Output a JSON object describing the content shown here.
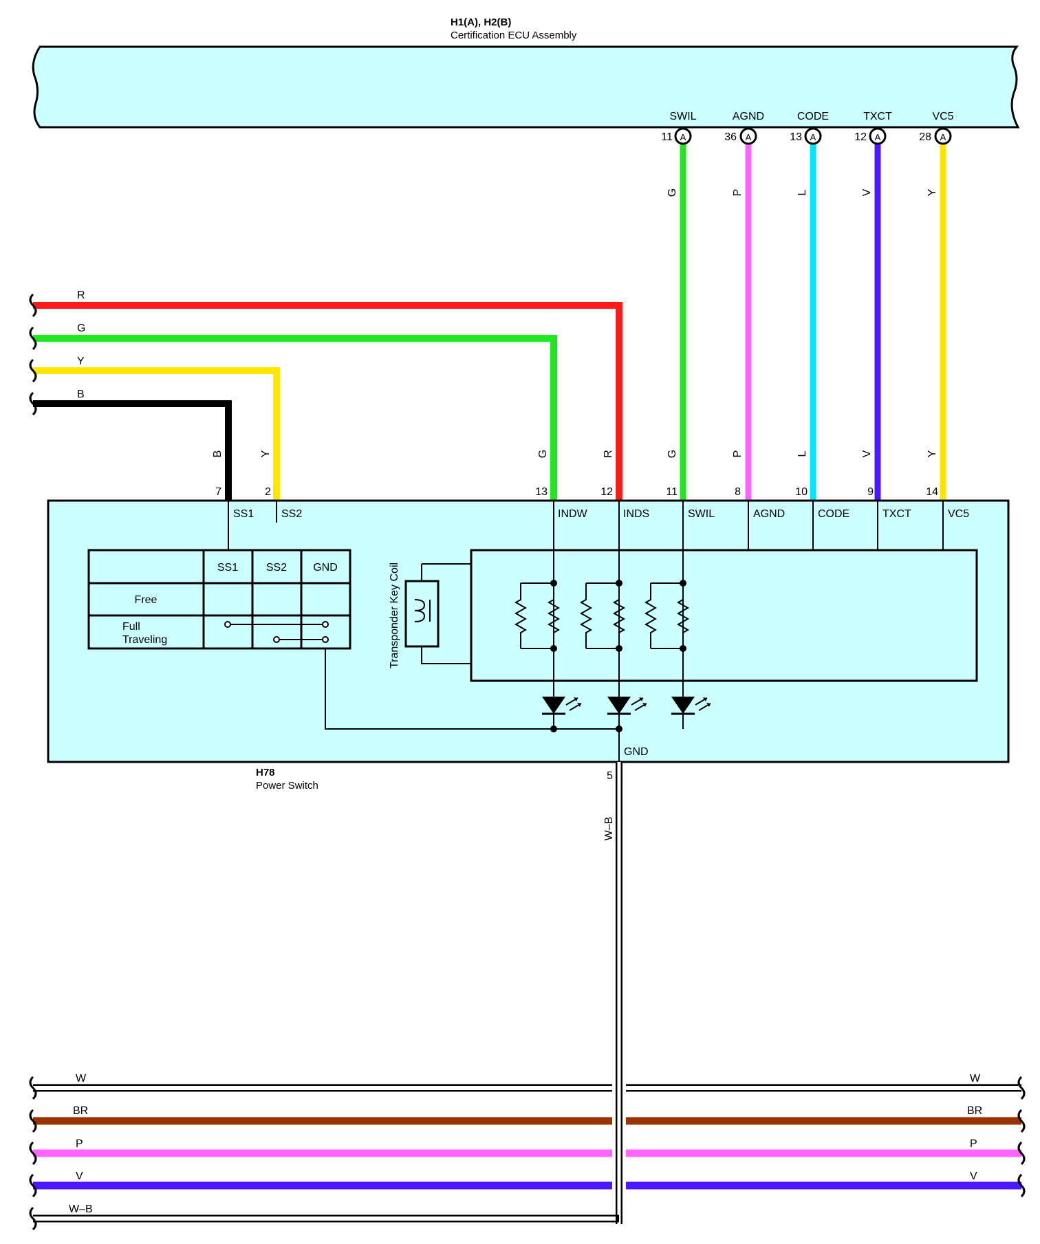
{
  "ecu": {
    "title": "H1(A), H2(B)",
    "name": "Certification ECU Assembly",
    "terminals": [
      {
        "name": "SWIL",
        "pin": "11",
        "connector": "A",
        "wire": "G"
      },
      {
        "name": "AGND",
        "pin": "36",
        "connector": "A",
        "wire": "P"
      },
      {
        "name": "CODE",
        "pin": "13",
        "connector": "A",
        "wire": "L"
      },
      {
        "name": "TXCT",
        "pin": "12",
        "connector": "A",
        "wire": "V"
      },
      {
        "name": "VC5",
        "pin": "28",
        "connector": "A",
        "wire": "Y"
      }
    ]
  },
  "left_wires": [
    {
      "label": "R",
      "color": "#ff1a1a"
    },
    {
      "label": "G",
      "color": "#22e622"
    },
    {
      "label": "Y",
      "color": "#ffe600"
    },
    {
      "label": "B",
      "color": "#000000"
    }
  ],
  "power_switch": {
    "title": "H78",
    "name": "Power Switch",
    "pins": [
      {
        "pin": "7",
        "wire": "B",
        "terminal": "SS1"
      },
      {
        "pin": "2",
        "wire": "Y",
        "terminal": "SS2"
      },
      {
        "pin": "13",
        "wire": "G",
        "terminal": "INDW"
      },
      {
        "pin": "12",
        "wire": "R",
        "terminal": "INDS"
      },
      {
        "pin": "11",
        "wire": "G",
        "terminal": "SWIL"
      },
      {
        "pin": "8",
        "wire": "P",
        "terminal": "AGND"
      },
      {
        "pin": "10",
        "wire": "L",
        "terminal": "CODE"
      },
      {
        "pin": "9",
        "wire": "V",
        "terminal": "TXCT"
      },
      {
        "pin": "14",
        "wire": "Y",
        "terminal": "VC5"
      }
    ],
    "table": {
      "headers": [
        "SS1",
        "SS2",
        "GND"
      ],
      "rows": [
        "Free",
        "Full\nTraveling"
      ]
    },
    "coil_label": "Transponder Key Coil",
    "gnd_label": "GND",
    "gnd_pin": "5",
    "gnd_wire": "W–B"
  },
  "bottom_wires": [
    {
      "label": "W",
      "color": "#ffffff"
    },
    {
      "label": "BR",
      "color": "#993300"
    },
    {
      "label": "P",
      "color": "#ff66ff"
    },
    {
      "label": "V",
      "color": "#4d1aff"
    },
    {
      "label": "W–B",
      "color": "#ffffff"
    }
  ],
  "colors": {
    "box_fill": "#ccffff",
    "G": "#22e622",
    "P": "#ff66ff",
    "L": "#00e5ff",
    "V": "#4d1aff",
    "Y": "#ffe600",
    "R": "#ff1a1a",
    "B": "#000000",
    "BR": "#993300"
  }
}
